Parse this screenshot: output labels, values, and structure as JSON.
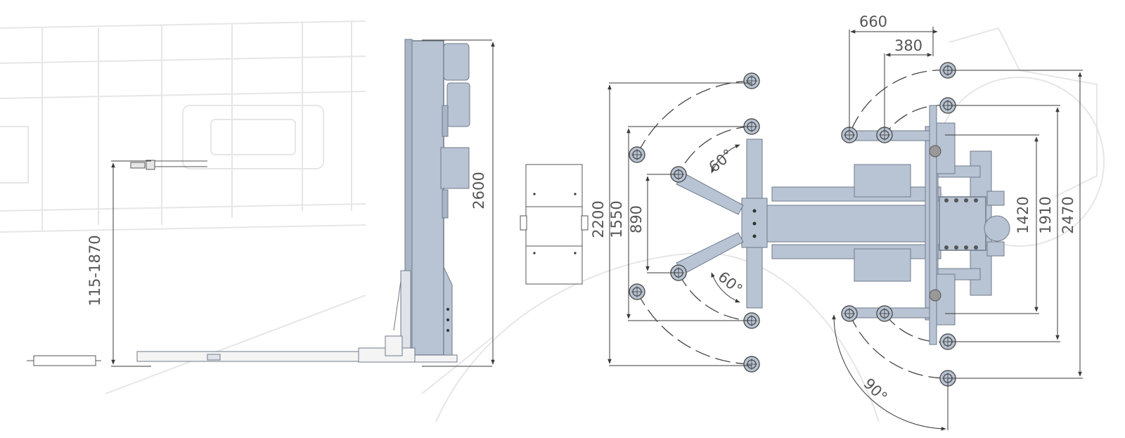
{
  "colors": {
    "body_fill": "#b8c4d4",
    "body_stroke": "#6f7a88",
    "dimension_line": "#3a3a3a",
    "dimension_text": "#555555",
    "background_sketch": "#e6e6e6"
  },
  "side_view": {
    "height_column": "2600",
    "lift_range": "115-1870"
  },
  "top_view": {
    "width_2200": "2200",
    "width_1550": "1550",
    "width_890": "890",
    "angle_upper": "60°",
    "angle_lower": "60°",
    "reach_660": "660",
    "reach_380": "380",
    "span_1420": "1420",
    "span_1910": "1910",
    "span_2470": "2470",
    "angle_rear": "90°"
  }
}
